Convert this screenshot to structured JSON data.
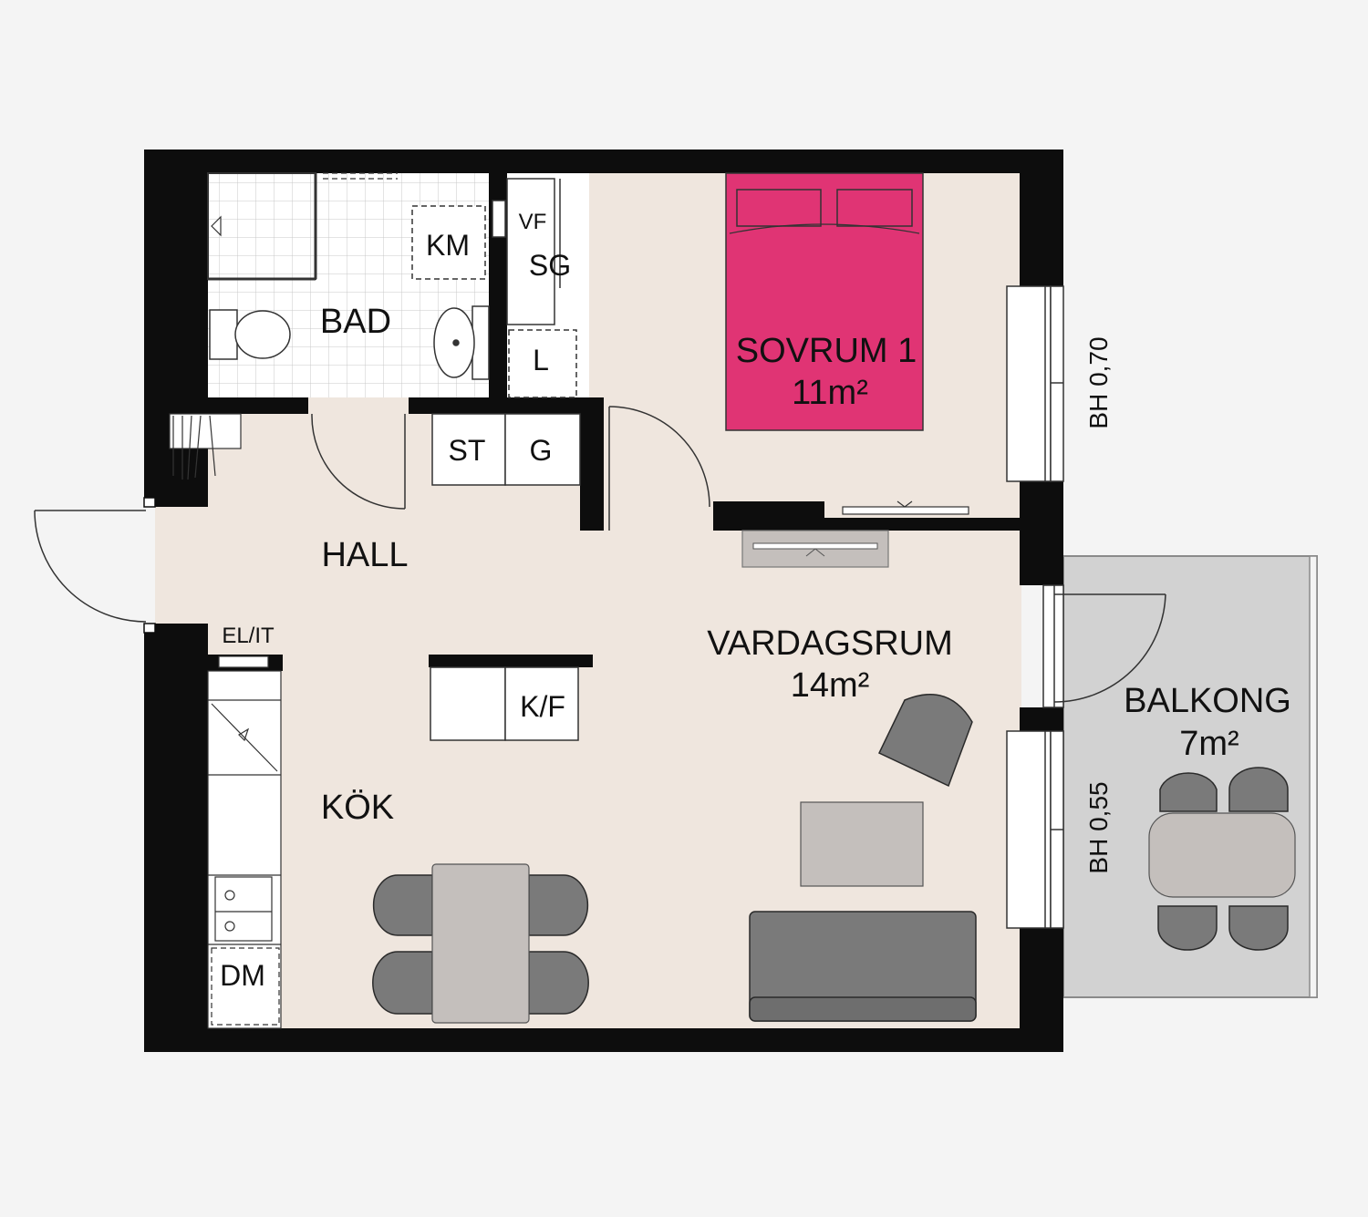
{
  "colors": {
    "background": "#f4f4f4",
    "floor": "#efe6de",
    "wall": "#0d0d0d",
    "bed": "#e03474",
    "balcony": "#d2d2d2",
    "furniture_dark": "#7a7a7a",
    "furniture_light": "#c4bfbc"
  },
  "rooms": {
    "bad": "BAD",
    "hall": "HALL",
    "kok": "KÖK",
    "sovrum": {
      "name": "SOVRUM 1",
      "area": "11m²"
    },
    "vardagsrum": {
      "name": "VARDAGSRUM",
      "area": "14m²"
    },
    "balkong": {
      "name": "BALKONG",
      "area": "7m²"
    }
  },
  "fixtures": {
    "km": "KM",
    "vf": "VF",
    "sg": "SG",
    "l": "L",
    "st": "ST",
    "g": "G",
    "kf": "K/F",
    "elit": "EL/IT",
    "dm": "DM"
  },
  "windows": {
    "bedroom": "BH 0,70",
    "living": "BH 0,55"
  }
}
